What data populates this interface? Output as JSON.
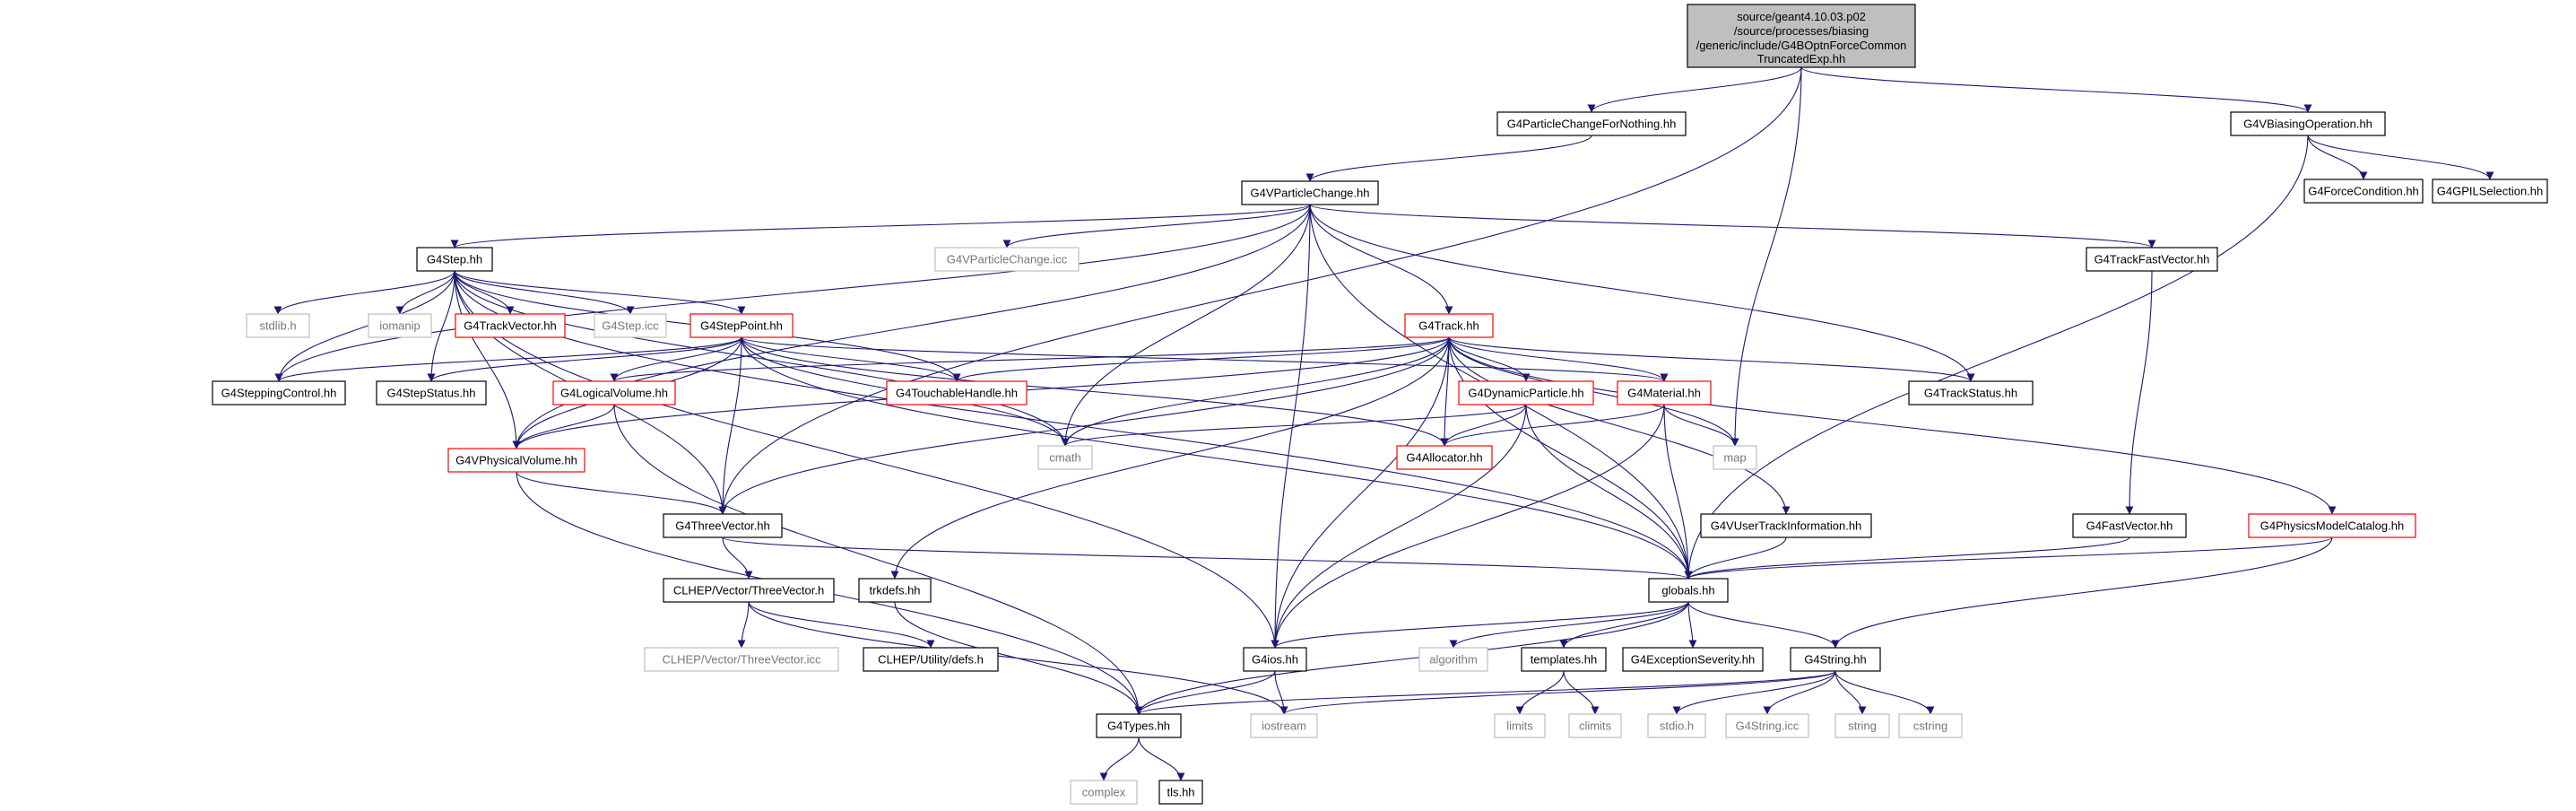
{
  "root": {
    "lines": [
      "source/geant4.10.03.p02",
      "/source/processes/biasing",
      "/generic/include/G4BOptnForceCommon",
      "TruncatedExp.hh"
    ],
    "fill": "#bfbfbf"
  },
  "nodes": [
    {
      "id": "g4particlechangefornothing",
      "label": "G4ParticleChangeForNothing.hh",
      "style": "black"
    },
    {
      "id": "g4vbiasingoperation",
      "label": "G4VBiasingOperation.hh",
      "style": "black"
    },
    {
      "id": "g4vparticlechange",
      "label": "G4VParticleChange.hh",
      "style": "black"
    },
    {
      "id": "g4forcecondition",
      "label": "G4ForceCondition.hh",
      "style": "black"
    },
    {
      "id": "g4gpilselection",
      "label": "G4GPILSelection.hh",
      "style": "black"
    },
    {
      "id": "g4step",
      "label": "G4Step.hh",
      "style": "black"
    },
    {
      "id": "g4vparticlechange_icc",
      "label": "G4VParticleChange.icc",
      "style": "gray"
    },
    {
      "id": "g4trackfastvector",
      "label": "G4TrackFastVector.hh",
      "style": "black"
    },
    {
      "id": "stdlib",
      "label": "stdlib.h",
      "style": "gray"
    },
    {
      "id": "iomanip",
      "label": "iomanip",
      "style": "gray"
    },
    {
      "id": "g4trackvector",
      "label": "G4TrackVector.hh",
      "style": "red"
    },
    {
      "id": "g4step_icc",
      "label": "G4Step.icc",
      "style": "gray"
    },
    {
      "id": "g4steppoint",
      "label": "G4StepPoint.hh",
      "style": "red"
    },
    {
      "id": "g4track",
      "label": "G4Track.hh",
      "style": "red"
    },
    {
      "id": "g4steppingcontrol",
      "label": "G4SteppingControl.hh",
      "style": "black"
    },
    {
      "id": "g4stepstatus",
      "label": "G4StepStatus.hh",
      "style": "black"
    },
    {
      "id": "g4logicalvolume",
      "label": "G4LogicalVolume.hh",
      "style": "red"
    },
    {
      "id": "g4touchablehandle",
      "label": "G4TouchableHandle.hh",
      "style": "red"
    },
    {
      "id": "g4dynamicparticle",
      "label": "G4DynamicParticle.hh",
      "style": "red"
    },
    {
      "id": "g4material",
      "label": "G4Material.hh",
      "style": "red"
    },
    {
      "id": "g4trackstatus",
      "label": "G4TrackStatus.hh",
      "style": "black"
    },
    {
      "id": "g4vphysicalvolume",
      "label": "G4VPhysicalVolume.hh",
      "style": "red"
    },
    {
      "id": "cmath",
      "label": "cmath",
      "style": "gray"
    },
    {
      "id": "g4allocator",
      "label": "G4Allocator.hh",
      "style": "red"
    },
    {
      "id": "map",
      "label": "map",
      "style": "gray"
    },
    {
      "id": "g4threevector",
      "label": "G4ThreeVector.hh",
      "style": "black"
    },
    {
      "id": "g4vusertrackinformation",
      "label": "G4VUserTrackInformation.hh",
      "style": "black"
    },
    {
      "id": "g4fastvector",
      "label": "G4FastVector.hh",
      "style": "black"
    },
    {
      "id": "g4physicsmodelcatalog",
      "label": "G4PhysicsModelCatalog.hh",
      "style": "red"
    },
    {
      "id": "clhep_threevector_h",
      "label": "CLHEP/Vector/ThreeVector.h",
      "style": "black"
    },
    {
      "id": "trkdefs",
      "label": "trkdefs.hh",
      "style": "black"
    },
    {
      "id": "globals",
      "label": "globals.hh",
      "style": "black"
    },
    {
      "id": "clhep_threevector_icc",
      "label": "CLHEP/Vector/ThreeVector.icc",
      "style": "gray"
    },
    {
      "id": "clhep_defs",
      "label": "CLHEP/Utility/defs.h",
      "style": "black"
    },
    {
      "id": "g4ios",
      "label": "G4ios.hh",
      "style": "black"
    },
    {
      "id": "algorithm",
      "label": "algorithm",
      "style": "gray"
    },
    {
      "id": "templates",
      "label": "templates.hh",
      "style": "black"
    },
    {
      "id": "g4exceptionseverity",
      "label": "G4ExceptionSeverity.hh",
      "style": "black"
    },
    {
      "id": "g4string",
      "label": "G4String.hh",
      "style": "black"
    },
    {
      "id": "g4types",
      "label": "G4Types.hh",
      "style": "black"
    },
    {
      "id": "iostream",
      "label": "iostream",
      "style": "gray"
    },
    {
      "id": "limits",
      "label": "limits",
      "style": "gray"
    },
    {
      "id": "climits",
      "label": "climits",
      "style": "gray"
    },
    {
      "id": "stdio",
      "label": "stdio.h",
      "style": "gray"
    },
    {
      "id": "g4string_icc",
      "label": "G4String.icc",
      "style": "gray"
    },
    {
      "id": "string",
      "label": "string",
      "style": "gray"
    },
    {
      "id": "cstring",
      "label": "cstring",
      "style": "gray"
    },
    {
      "id": "complex",
      "label": "complex",
      "style": "gray"
    },
    {
      "id": "tls",
      "label": "tls.hh",
      "style": "black"
    }
  ],
  "edges": [
    [
      "root",
      "g4particlechangefornothing"
    ],
    [
      "root",
      "g4vbiasingoperation"
    ],
    [
      "root",
      "g4threevector"
    ],
    [
      "root",
      "map"
    ],
    [
      "g4particlechangefornothing",
      "g4vparticlechange"
    ],
    [
      "g4vbiasingoperation",
      "g4forcecondition"
    ],
    [
      "g4vbiasingoperation",
      "g4gpilselection"
    ],
    [
      "g4vbiasingoperation",
      "globals"
    ],
    [
      "g4vparticlechange",
      "g4step"
    ],
    [
      "g4vparticlechange",
      "g4vparticlechange_icc"
    ],
    [
      "g4vparticlechange",
      "g4trackfastvector"
    ],
    [
      "g4vparticlechange",
      "g4track"
    ],
    [
      "g4vparticlechange",
      "g4trackstatus"
    ],
    [
      "g4vparticlechange",
      "cmath"
    ],
    [
      "g4vparticlechange",
      "g4ios"
    ],
    [
      "g4vparticlechange",
      "globals"
    ],
    [
      "g4vparticlechange",
      "g4steppingcontrol"
    ],
    [
      "g4vparticlechange",
      "g4vphysicalvolume"
    ],
    [
      "g4step",
      "stdlib"
    ],
    [
      "g4step",
      "iomanip"
    ],
    [
      "g4step",
      "g4trackvector"
    ],
    [
      "g4step",
      "g4step_icc"
    ],
    [
      "g4step",
      "g4steppoint"
    ],
    [
      "g4step",
      "g4steppingcontrol"
    ],
    [
      "g4step",
      "g4stepstatus"
    ],
    [
      "g4step",
      "g4threevector"
    ],
    [
      "g4step",
      "globals"
    ],
    [
      "g4step",
      "g4ios"
    ],
    [
      "g4step",
      "cmath"
    ],
    [
      "g4step",
      "g4touchablehandle"
    ],
    [
      "g4step",
      "g4vphysicalvolume"
    ],
    [
      "g4trackfastvector",
      "g4fastvector"
    ],
    [
      "g4steppoint",
      "g4steppingcontrol"
    ],
    [
      "g4steppoint",
      "g4stepstatus"
    ],
    [
      "g4steppoint",
      "g4logicalvolume"
    ],
    [
      "g4steppoint",
      "g4touchablehandle"
    ],
    [
      "g4steppoint",
      "g4material"
    ],
    [
      "g4steppoint",
      "g4vphysicalvolume"
    ],
    [
      "g4steppoint",
      "cmath"
    ],
    [
      "g4steppoint",
      "g4allocator"
    ],
    [
      "g4steppoint",
      "g4threevector"
    ],
    [
      "g4steppoint",
      "globals"
    ],
    [
      "g4track",
      "g4logicalvolume"
    ],
    [
      "g4track",
      "g4touchablehandle"
    ],
    [
      "g4track",
      "g4dynamicparticle"
    ],
    [
      "g4track",
      "g4material"
    ],
    [
      "g4track",
      "g4trackstatus"
    ],
    [
      "g4track",
      "cmath"
    ],
    [
      "g4track",
      "g4allocator"
    ],
    [
      "g4track",
      "map"
    ],
    [
      "g4track",
      "g4threevector"
    ],
    [
      "g4track",
      "g4vusertrackinformation"
    ],
    [
      "g4track",
      "g4physicsmodelcatalog"
    ],
    [
      "g4track",
      "trkdefs"
    ],
    [
      "g4track",
      "globals"
    ],
    [
      "g4track",
      "g4ios"
    ],
    [
      "g4track",
      "g4vphysicalvolume"
    ],
    [
      "g4logicalvolume",
      "g4vphysicalvolume"
    ],
    [
      "g4logicalvolume",
      "g4types"
    ],
    [
      "g4dynamicparticle",
      "cmath"
    ],
    [
      "g4dynamicparticle",
      "g4allocator"
    ],
    [
      "g4dynamicparticle",
      "globals"
    ],
    [
      "g4dynamicparticle",
      "g4ios"
    ],
    [
      "g4material",
      "g4allocator"
    ],
    [
      "g4material",
      "map"
    ],
    [
      "g4material",
      "globals"
    ],
    [
      "g4material",
      "g4ios"
    ],
    [
      "g4vphysicalvolume",
      "g4threevector"
    ],
    [
      "g4vphysicalvolume",
      "g4types"
    ],
    [
      "g4threevector",
      "clhep_threevector_h"
    ],
    [
      "g4threevector",
      "globals"
    ],
    [
      "g4vusertrackinformation",
      "globals"
    ],
    [
      "g4fastvector",
      "globals"
    ],
    [
      "g4physicsmodelcatalog",
      "globals"
    ],
    [
      "g4physicsmodelcatalog",
      "g4string"
    ],
    [
      "clhep_threevector_h",
      "clhep_threevector_icc"
    ],
    [
      "clhep_threevector_h",
      "clhep_defs"
    ],
    [
      "clhep_threevector_h",
      "iostream"
    ],
    [
      "trkdefs",
      "g4types"
    ],
    [
      "globals",
      "g4ios"
    ],
    [
      "globals",
      "algorithm"
    ],
    [
      "globals",
      "templates"
    ],
    [
      "globals",
      "g4exceptionseverity"
    ],
    [
      "globals",
      "g4string"
    ],
    [
      "globals",
      "g4types"
    ],
    [
      "g4ios",
      "g4types"
    ],
    [
      "g4ios",
      "iostream"
    ],
    [
      "templates",
      "limits"
    ],
    [
      "templates",
      "climits"
    ],
    [
      "g4string",
      "stdio"
    ],
    [
      "g4string",
      "g4string_icc"
    ],
    [
      "g4string",
      "string"
    ],
    [
      "g4string",
      "cstring"
    ],
    [
      "g4string",
      "g4types"
    ],
    [
      "g4string",
      "iostream"
    ],
    [
      "g4types",
      "complex"
    ],
    [
      "g4types",
      "tls"
    ]
  ],
  "colors": {
    "edge": "#191970",
    "black_border": "#000000",
    "red_border": "#ff0000",
    "gray_border": "#bfbfbf",
    "root_fill": "#bfbfbf"
  }
}
